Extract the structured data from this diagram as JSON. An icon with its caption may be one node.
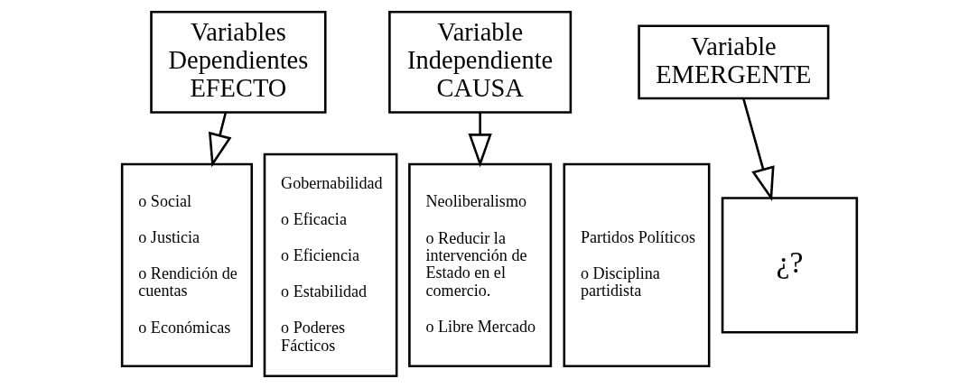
{
  "diagram": {
    "nodes": [
      {
        "text": [
          "Variables Dependientes EFECTO"
        ]
      },
      {
        "text": [
          "o Social",
          "o Justicia",
          "o Rendición de cuentas",
          "o Económicas"
        ]
      },
      {
        "text": [
          "Variable Independiente CAUSA"
        ]
      },
      {
        "text": [
          "Gobernabilidad",
          "o Eficacia",
          "o Eficiencia",
          "o Estabilidad",
          "o Poderes Fácticos"
        ]
      },
      {
        "text": [
          "Neoliberalismo",
          "o Reducir la intervención de Estado en el comercio.",
          "o Libre Mercado"
        ]
      },
      {
        "text": [
          "Partidos Políticos",
          "o Disciplina partidista"
        ]
      },
      {
        "text": [
          "Variable EMERGENTE"
        ]
      },
      {
        "text": [
          "¿?"
        ]
      }
    ],
    "edges": [
      {
        "from": 0,
        "to": 1,
        "arrow": "to"
      },
      {
        "from": 2,
        "to": 4,
        "arrow": "to"
      },
      {
        "from": 6,
        "to": 7,
        "arrow": "to"
      }
    ]
  }
}
